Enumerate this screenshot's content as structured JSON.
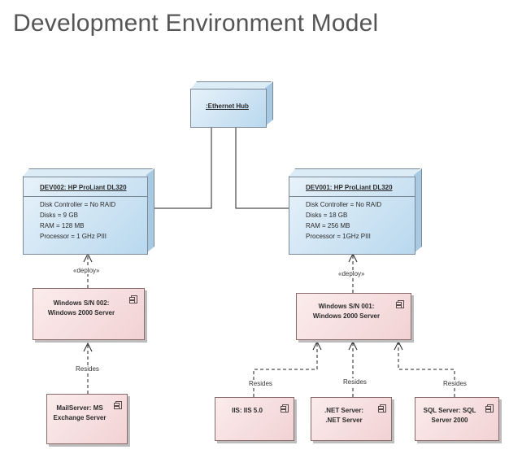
{
  "title": "Development Environment Model",
  "hub": {
    "name": ":Ethernet Hub"
  },
  "nodes": [
    {
      "name": "DEV002: HP ProLiant DL320",
      "attributes": [
        "Disk Controller = No RAID",
        "Disks = 9 GB",
        "RAM = 128 MB",
        "Processor = 1 GHz PIII"
      ]
    },
    {
      "name": "DEV001: HP ProLiant DL320",
      "attributes": [
        "Disk Controller = No RAID",
        "Disks = 18 GB",
        "RAM = 256 MB",
        "Processor = 1GHz PIII"
      ]
    }
  ],
  "components": {
    "win002": {
      "line1": "Windows S/N 002:",
      "line2": "Windows 2000 Server"
    },
    "win001": {
      "line1": "Windows S/N 001:",
      "line2": "Windows 2000 Server"
    },
    "mail": {
      "line1": "MailServer: MS",
      "line2": "Exchange Server"
    },
    "iis": {
      "line1": "IIS: IIS 5.0",
      "line2": ""
    },
    "net": {
      "line1": ".NET Server:",
      "line2": ".NET Server"
    },
    "sql": {
      "line1": "SQL Server: SQL",
      "line2": "Server 2000"
    }
  },
  "connector_labels": {
    "deploy_left": "«deploy»",
    "deploy_right": "«deploy»",
    "resides_mail": "Resides",
    "resides_iis": "Resides",
    "resides_net": "Resides",
    "resides_sql": "Resides"
  }
}
